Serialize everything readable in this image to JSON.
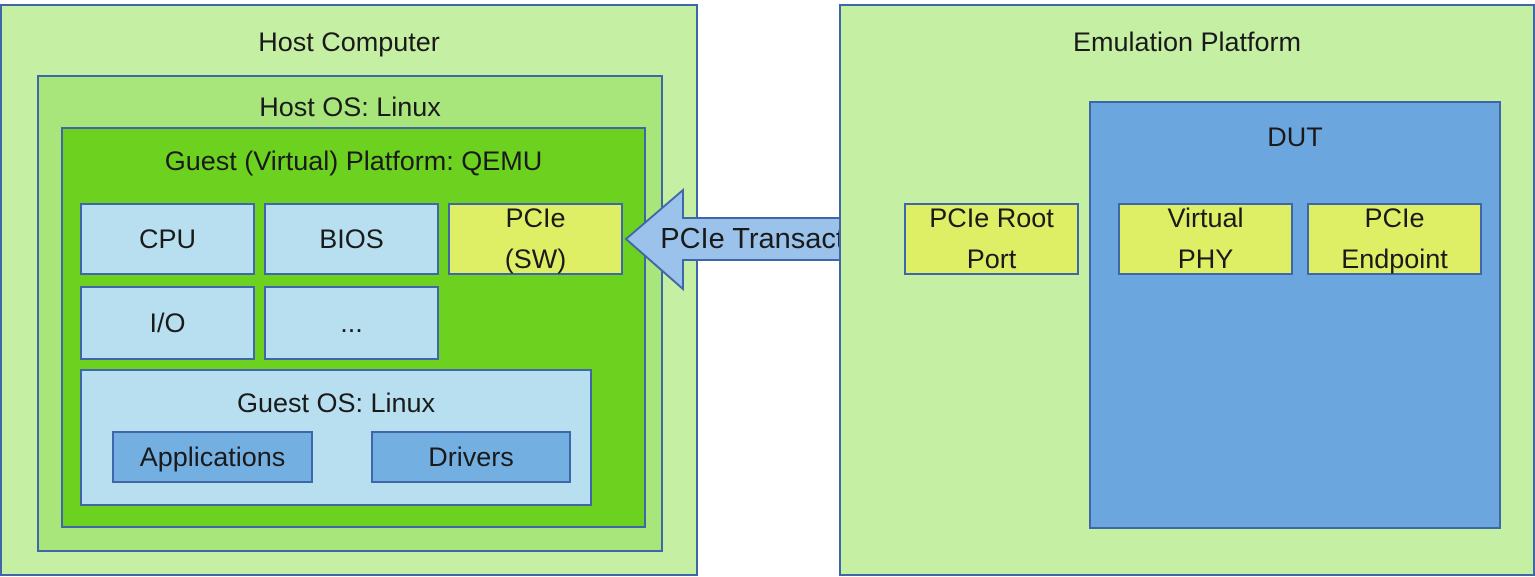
{
  "host": {
    "title": "Host Computer",
    "os": {
      "title": "Host OS: Linux",
      "guest_platform": {
        "title": "Guest (Virtual) Platform: QEMU",
        "modules": [
          "CPU",
          "BIOS",
          "PCIe\n(SW)",
          "I/O",
          "..."
        ],
        "guest_os": {
          "title": "Guest OS: Linux",
          "items": [
            "Applications",
            "Drivers"
          ]
        }
      }
    }
  },
  "transactor": {
    "label": "PCIe Transactor"
  },
  "emulation": {
    "title": "Emulation Platform",
    "root_port": "PCIe Root\nPort",
    "dut": {
      "title": "DUT",
      "items": [
        "Virtual\nPHY",
        "PCIe\nEndpoint"
      ]
    }
  },
  "colors": {
    "border": "#3f66a8",
    "outer_green": "#c5f0a4",
    "host_os_green": "#a8e57b",
    "guest_green": "#6dd11f",
    "module_blue": "#b7dff0",
    "app_blue": "#74afe2",
    "dut_blue": "#6ba6df",
    "pcie_yellow": "#deef66",
    "arrow_fill": "#9ac2ea"
  }
}
